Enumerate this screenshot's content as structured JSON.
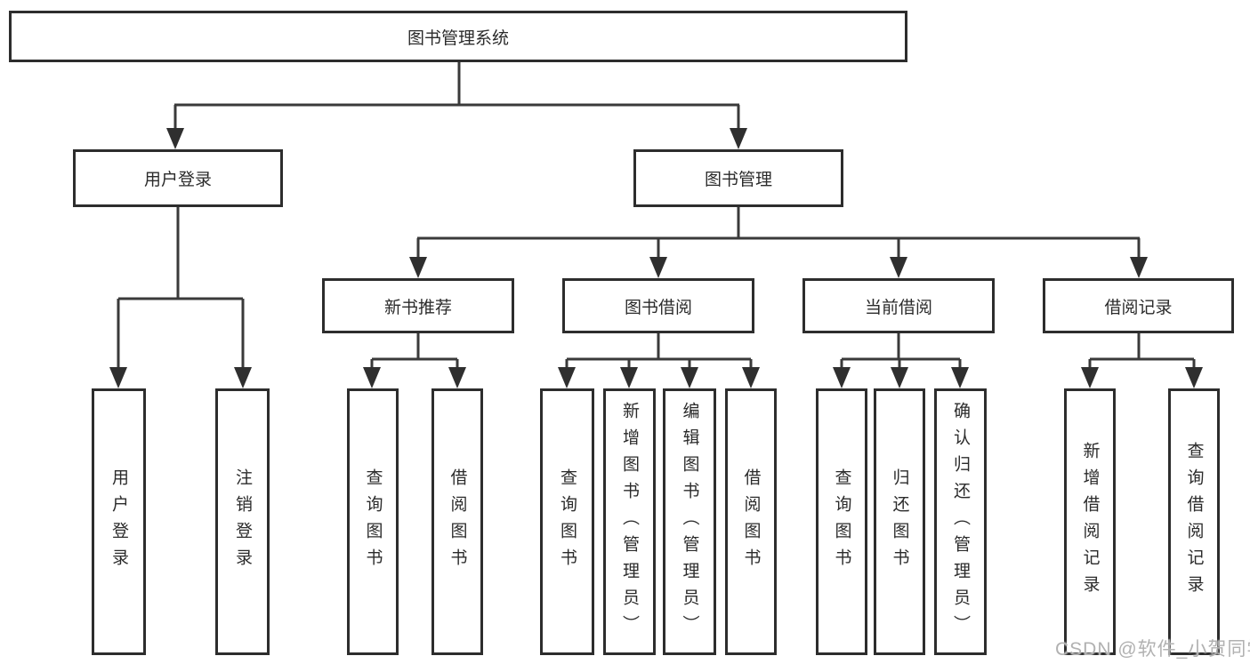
{
  "diagram": {
    "root": "图书管理系统",
    "level2": [
      "用户登录",
      "图书管理"
    ],
    "level3": [
      "新书推荐",
      "图书借阅",
      "当前借阅",
      "借阅记录"
    ],
    "leaves": {
      "user_login": [
        "用户登录",
        "注销登录"
      ],
      "new_book_rec": [
        "查询图书",
        "借阅图书"
      ],
      "book_borrow": [
        "查询图书",
        "新增图书（管理员）",
        "编辑图书（管理员）",
        "借阅图书"
      ],
      "current_borrow": [
        "查询图书",
        "归还图书",
        "确认归还（管理员）"
      ],
      "borrow_records": [
        "新增借阅记录",
        "查询借阅记录"
      ]
    }
  },
  "watermark": "CSDN @软件_小贺同学",
  "colors": {
    "line": "#3a3a3a",
    "arrow": "#2f2f2f",
    "border": "#2d2d2d",
    "text": "#2b2b2b",
    "watermark": "#b1b1b1",
    "background": "#ffffff"
  }
}
